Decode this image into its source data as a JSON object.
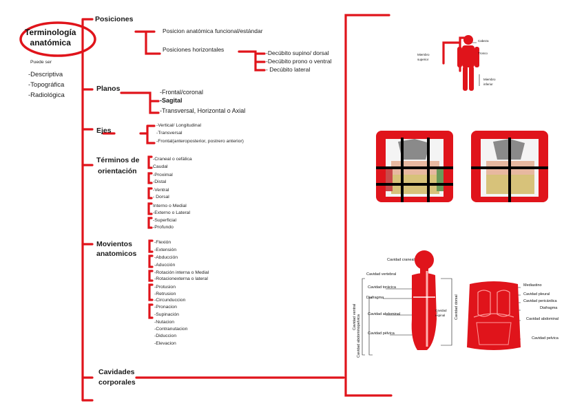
{
  "root": {
    "title_line1": "Terminología",
    "title_line2": "anatómica",
    "puede_ser": "Puede ser",
    "types": [
      "-Descriptiva",
      "-Topográfica",
      "-Radiológica"
    ]
  },
  "categories": {
    "posiciones": "Posiciones",
    "planos": "Planos",
    "ejes": "Ejes",
    "terminos_1": "Términos de",
    "terminos_2": "orientación",
    "movientos_1": "Movientos",
    "movientos_2": "anatomicos",
    "cavidades_1": "Cavidades",
    "cavidades_2": "corporales"
  },
  "posiciones": {
    "funcional": "Posicion anatómica funcional/estándar",
    "horizontales": "Posiciones horizontales",
    "decubitos": [
      "-Decúbito supino/ dorsal",
      "-Decúbito prono o ventral",
      "- Decúbito lateral"
    ]
  },
  "planos": [
    "-Frontal/coronal",
    "-Sagital",
    "-Transversal, Horizontal o Axial"
  ],
  "ejes": [
    "-Vertical/ Longitudinal",
    "-Transversal",
    "-Frontal(anteroposterior, postrero anterior)"
  ],
  "orientacion": [
    "-Craneal o cefálica",
    "Caudal",
    "-Proximal",
    "-Distal",
    "-Ventral",
    "- Dorsal",
    "Interno o Medial",
    "-Externo o Lateral",
    "-Superficial",
    "-Profundo"
  ],
  "movimientos": [
    "-Flexión",
    "-Extensión",
    "-Abducción",
    "-Aducción",
    "-Rotación interna o Medial",
    "-Rotacionexterna o lateral",
    "-Protusion",
    "-Retrusion",
    "-Circunduccion",
    "-Pronacion",
    "-Supinación",
    "-Nutacion",
    "-Contranutacion",
    "-Diduccion",
    "-Elevacion"
  ],
  "figure_body": {
    "cabeza": "Cabeza",
    "tronco": "Tronco",
    "miembro_sup_1": "Miembro",
    "miembro_sup_2": "superior",
    "miembro_inf_1": "Miembro",
    "miembro_inf_2": "inferior"
  },
  "figure_cavities": {
    "craneal": "Cavidad craneal",
    "vertebral": "Cavidad vertebral",
    "toracica": "Cavidad torácica",
    "diafragma": "Diafragma",
    "abdominal": "Cavidad abdominal",
    "espinal_1": "Cavidad",
    "espinal_2": "espinal",
    "pelvica": "Cavidad pélvica",
    "ventral": "Cavidad ventral",
    "dorsal": "Cavidad dorsal",
    "abdominopelvica": "Cavidad abdominopelvica"
  },
  "figure_torso": {
    "mediastino": "Mediastino",
    "pleural": "Cavidad pleural",
    "pericardica": "Cavidad pericárdica",
    "diafragma": "Diafragma",
    "abdominal": "Cavidad abdominal",
    "pelvica": "Cavidad pelvica"
  },
  "colors": {
    "accent": "#e0141b",
    "text": "#1a1a1a",
    "background": "#ffffff"
  }
}
